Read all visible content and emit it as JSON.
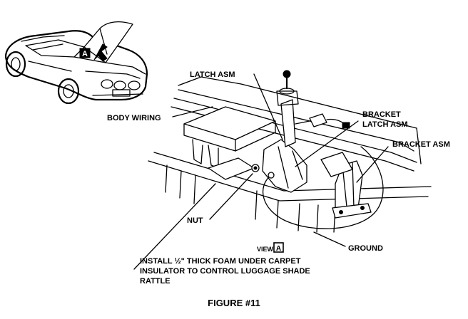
{
  "labels": {
    "latch_asm": "LATCH ASM",
    "body_wiring": "BODY WIRING",
    "bracket_latch_asm_line1": "BRACKET",
    "bracket_latch_asm_line2": "LATCH ASM",
    "bracket_asm": "BRACKET ASM",
    "nut": "NUT",
    "view": "VIEW",
    "view_letter": "A",
    "ground": "GROUND",
    "install_note_line1": "INSTALL ½\" THICK FOAM UNDER CARPET",
    "install_note_line2": "INSULATOR TO CONTROL LUGGAGE SHADE",
    "install_note_line3": "RATTLE",
    "car_callout_letter": "A"
  },
  "caption": "FIGURE #11"
}
